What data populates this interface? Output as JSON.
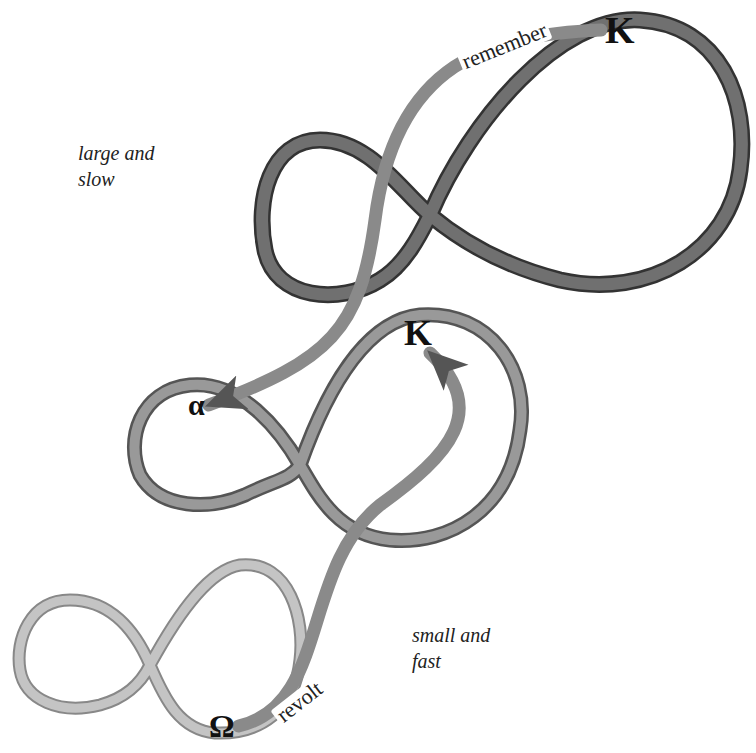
{
  "diagram": {
    "nodes": [
      {
        "text": [
          "K"
        ]
      },
      {
        "text": [
          "K"
        ]
      },
      {
        "text": [
          "α"
        ]
      },
      {
        "text": [
          "Ω"
        ]
      }
    ],
    "edges": [
      {
        "from": 0,
        "to": 2,
        "label": "remember",
        "arrow": "to"
      },
      {
        "from": 3,
        "to": 1,
        "label": "revolt",
        "arrow": "to"
      }
    ],
    "labels": [
      "large and slow",
      "small and fast"
    ]
  }
}
